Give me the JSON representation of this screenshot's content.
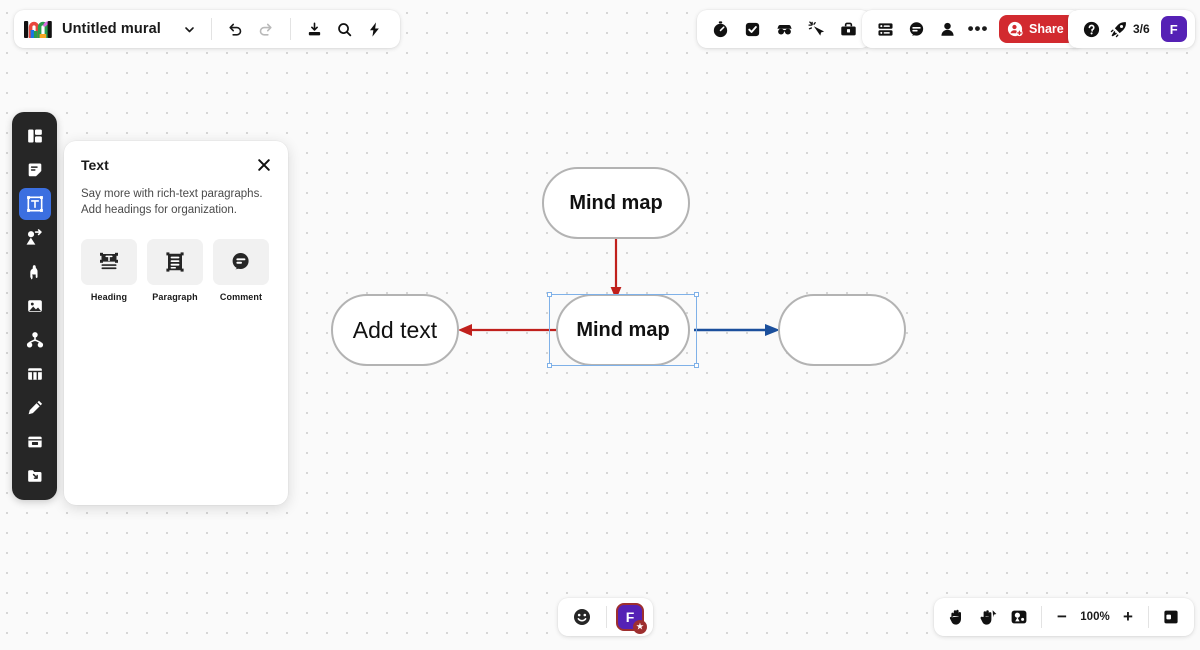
{
  "app": {
    "name": "MURAL",
    "logo_colors": [
      "#e8463c",
      "#1a73e8",
      "#2a9d4f",
      "#f5a623",
      "#d96ae0",
      "#111111"
    ]
  },
  "topbar": {
    "title": "Untitled mural",
    "title_chevron_icon": "chevron-down-icon",
    "undo_icon": "undo-icon",
    "redo_icon": "redo-icon",
    "export_icon": "download-icon",
    "search_icon": "search-icon",
    "quick_actions_icon": "lightning-icon",
    "tools": [
      {
        "name": "timer-icon",
        "label": "Timer"
      },
      {
        "name": "voting-icon",
        "label": "Voting"
      },
      {
        "name": "private-mode-icon",
        "label": "Private mode"
      },
      {
        "name": "celebrate-icon",
        "label": "Celebrate"
      },
      {
        "name": "toolkit-icon",
        "label": "Toolkit"
      }
    ],
    "collab": [
      {
        "name": "outline-icon",
        "label": "Outline"
      },
      {
        "name": "chat-icon",
        "label": "Chat"
      },
      {
        "name": "participants-icon",
        "label": "Participants"
      },
      {
        "name": "more-icon",
        "label": "More options"
      }
    ],
    "more_label": "•••",
    "share_label": "Share",
    "share_icon": "add-person-icon",
    "share_color": "#d22a2f",
    "help_icon": "help-circle-icon",
    "rocket_icon": "rocket-icon",
    "rocket_count": "3/6",
    "avatar_initial": "F",
    "avatar_color": "#5521b5"
  },
  "sidebar": {
    "items": [
      {
        "name": "sidebar-item-templates",
        "icon": "templates-icon",
        "label": "Templates",
        "active": false
      },
      {
        "name": "sidebar-item-sticky-note",
        "icon": "sticky-note-icon",
        "label": "Sticky note",
        "active": false
      },
      {
        "name": "sidebar-item-text",
        "icon": "text-icon",
        "label": "Text",
        "active": true
      },
      {
        "name": "sidebar-item-shapes",
        "icon": "shapes-connector-icon",
        "label": "Shapes and connectors",
        "active": false
      },
      {
        "name": "sidebar-item-icons",
        "icon": "llama-icon",
        "label": "Icons",
        "active": false
      },
      {
        "name": "sidebar-item-image",
        "icon": "image-icon",
        "label": "Image",
        "active": false
      },
      {
        "name": "sidebar-item-diagram",
        "icon": "diagram-icon",
        "label": "Diagram",
        "active": false
      },
      {
        "name": "sidebar-item-framework",
        "icon": "grid-columns-icon",
        "label": "Framework",
        "active": false
      },
      {
        "name": "sidebar-item-draw",
        "icon": "pen-icon",
        "label": "Draw",
        "active": false
      },
      {
        "name": "sidebar-item-area",
        "icon": "area-frame-icon",
        "label": "Area",
        "active": false
      },
      {
        "name": "sidebar-item-import",
        "icon": "import-file-icon",
        "label": "Import",
        "active": false
      }
    ]
  },
  "panel": {
    "title": "Text",
    "close_icon": "close-icon",
    "description": "Say more with rich-text paragraphs. Add headings for organization.",
    "tiles": [
      {
        "name": "tile-heading",
        "icon": "heading-icon",
        "label": "Heading"
      },
      {
        "name": "tile-paragraph",
        "icon": "paragraph-icon",
        "label": "Paragraph"
      },
      {
        "name": "tile-comment",
        "icon": "comment-icon",
        "label": "Comment"
      }
    ]
  },
  "canvas": {
    "nodes": [
      {
        "name": "node-mind-map-root",
        "label": "Mind map",
        "selected": false,
        "empty": false
      },
      {
        "name": "node-mind-map-child",
        "label": "Mind map",
        "selected": true,
        "empty": false
      },
      {
        "name": "node-add-text",
        "label": "Add text",
        "selected": false,
        "empty": false
      },
      {
        "name": "node-empty",
        "label": "",
        "selected": false,
        "empty": true
      }
    ],
    "edges": [
      {
        "name": "edge-root-to-child",
        "color": "#c0201c",
        "direction": "down"
      },
      {
        "name": "edge-child-to-addtext",
        "color": "#c0201c",
        "direction": "left"
      },
      {
        "name": "edge-child-to-empty",
        "color": "#1b4f9c",
        "direction": "right"
      }
    ],
    "selection_color": "#7fb1e8",
    "node_border_color": "#b3b3b3"
  },
  "bottombar": {
    "reactions_icon": "emoji-icon",
    "avatar_initial": "F",
    "avatar_badge_icon": "star-icon",
    "hand_icon": "hand-icon",
    "select_icon": "pointer-hand-icon",
    "locate_icon": "map-pin-icon",
    "zoom_out_label": "−",
    "zoom_level": "100%",
    "zoom_in_label": "+",
    "fit_icon": "fit-screen-icon"
  }
}
